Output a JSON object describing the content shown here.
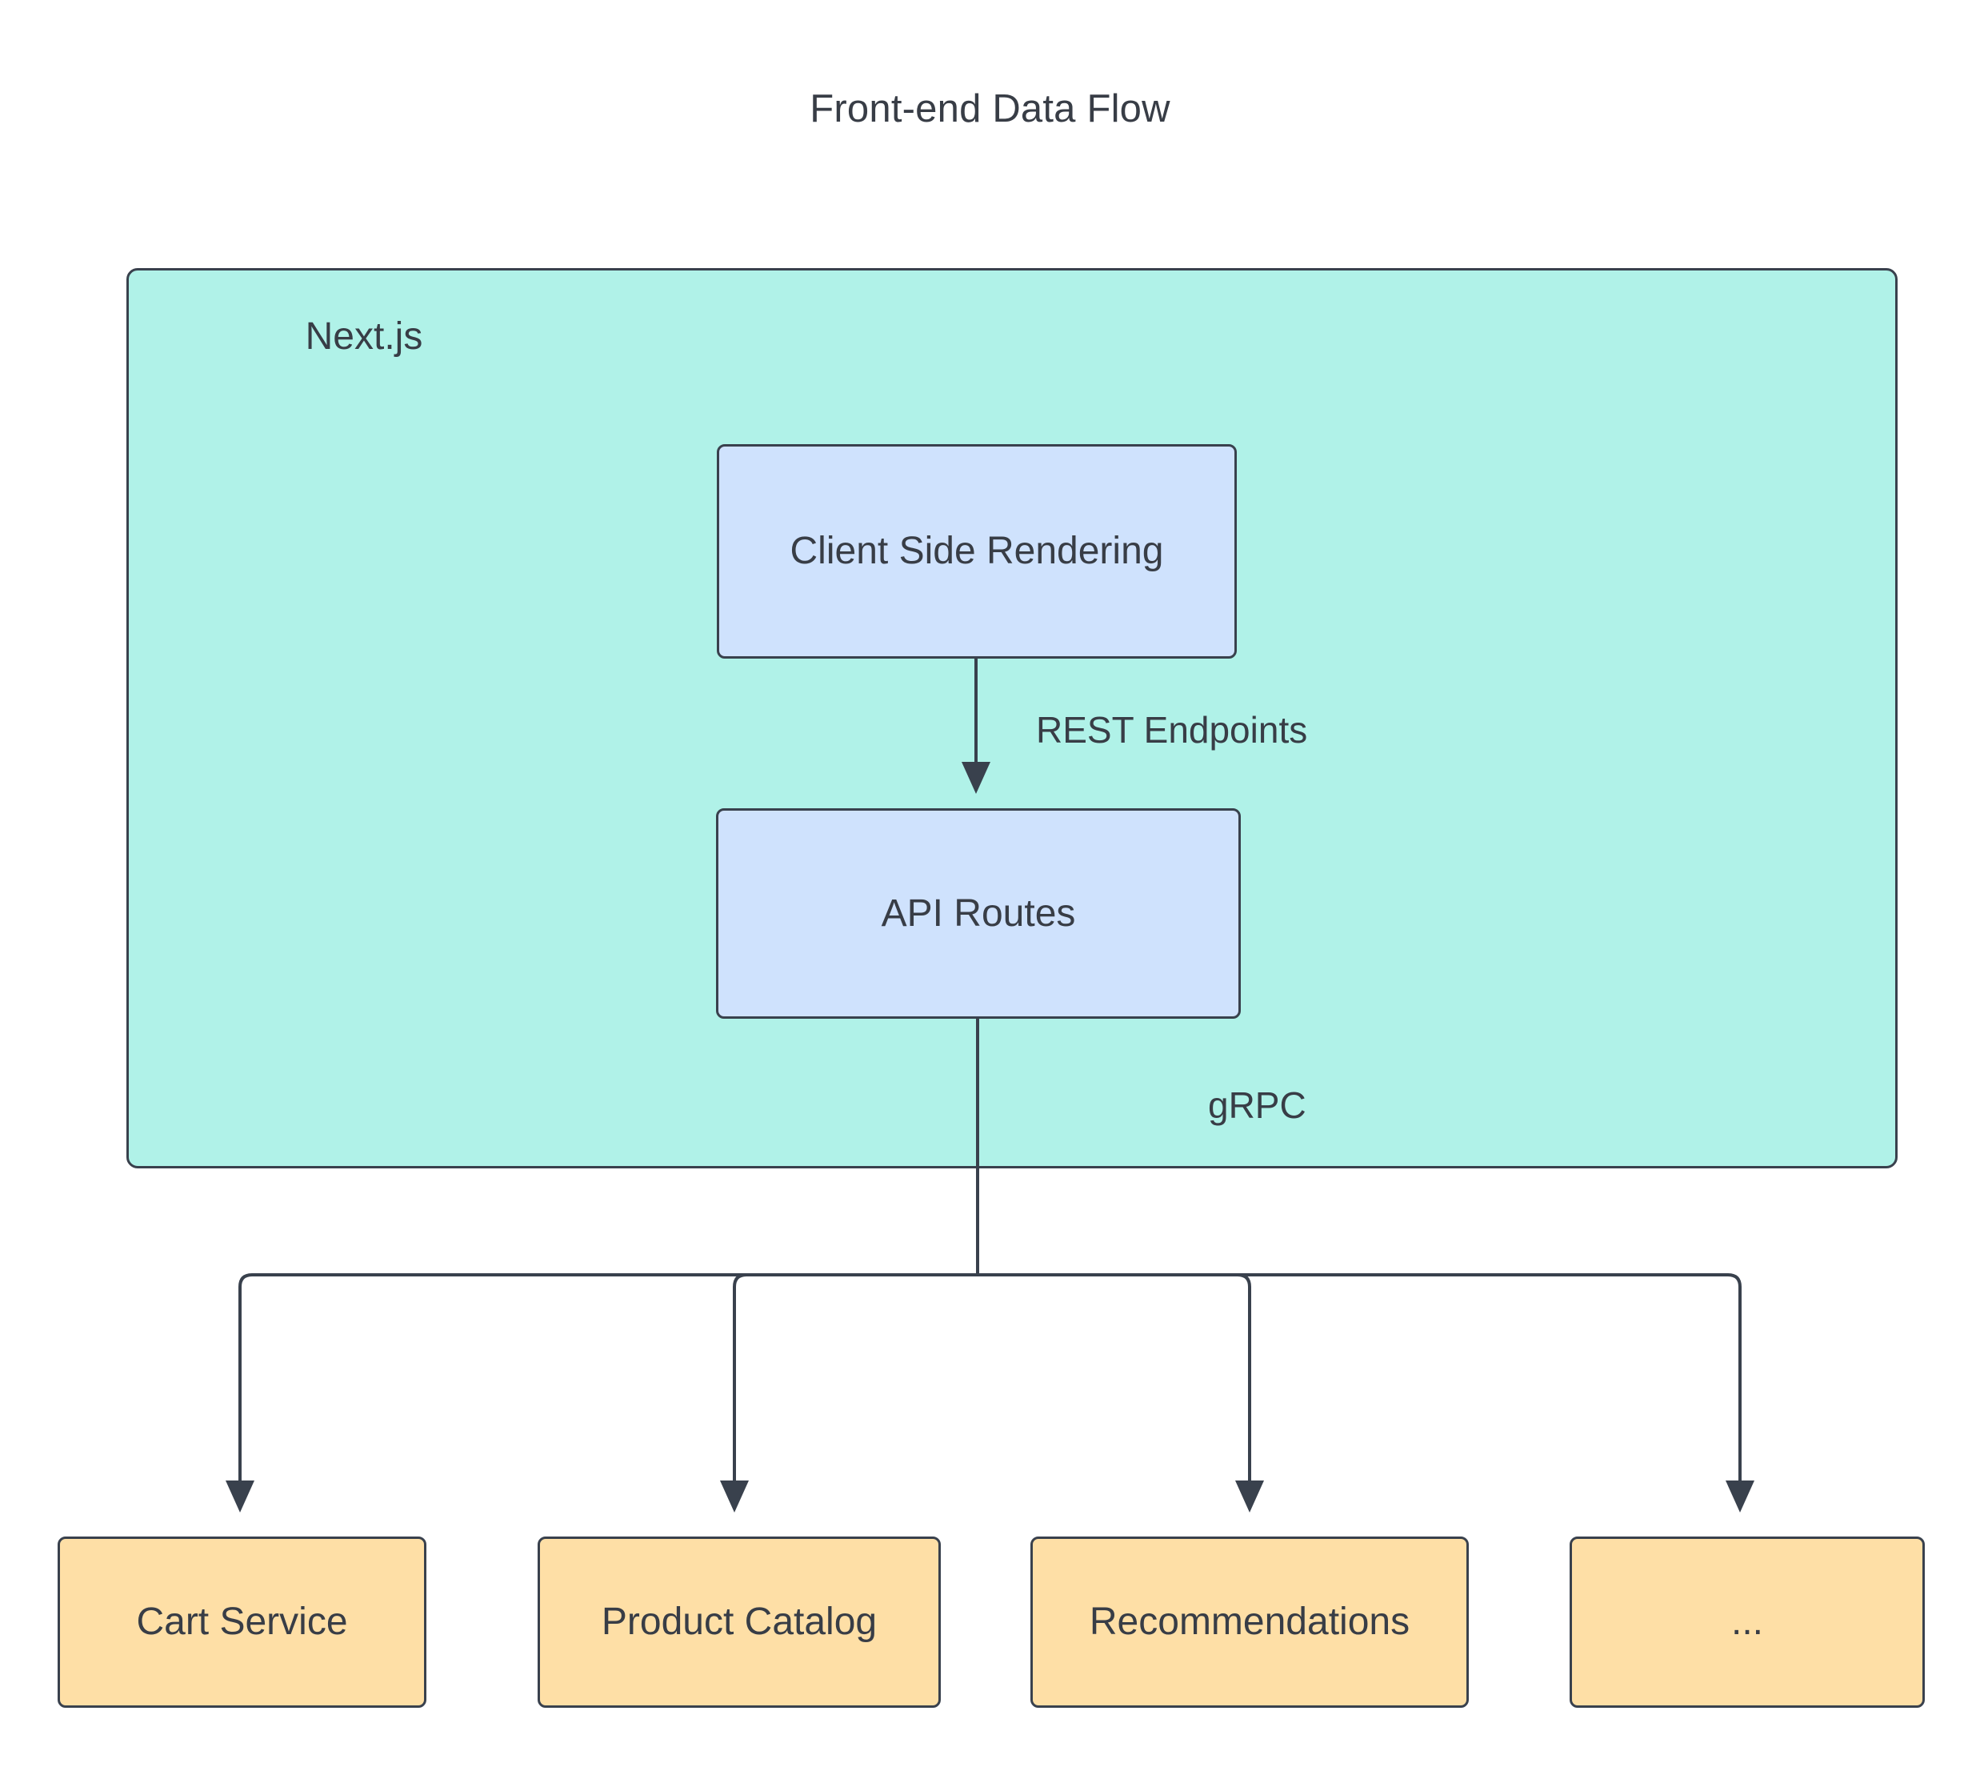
{
  "diagram": {
    "title": "Front-end Data Flow",
    "background": "#ffffff",
    "stroke_color": "#39414d",
    "text_color": "#383d46"
  },
  "cluster": {
    "label": "Next.js",
    "fill": "#b0f2e8",
    "stroke": "#39414d"
  },
  "nodes": [
    {
      "id": "csr",
      "label": "Client Side Rendering",
      "fill": "#cfe2fd"
    },
    {
      "id": "api",
      "label": "API Routes",
      "fill": "#cfe2fd"
    },
    {
      "id": "svc0",
      "label": "Cart Service",
      "fill": "#fedfa6"
    },
    {
      "id": "svc1",
      "label": "Product Catalog",
      "fill": "#fedfa6"
    },
    {
      "id": "svc2",
      "label": "Recommendations",
      "fill": "#fedfa6"
    },
    {
      "id": "svc3",
      "label": "...",
      "fill": "#fedfa6"
    }
  ],
  "edges": [
    {
      "from": "csr",
      "to": "api",
      "label": "REST Endpoints"
    },
    {
      "from": "api",
      "to": "svc0",
      "label": "gRPC"
    },
    {
      "from": "api",
      "to": "svc1",
      "label": ""
    },
    {
      "from": "api",
      "to": "svc2",
      "label": ""
    },
    {
      "from": "api",
      "to": "svc3",
      "label": ""
    }
  ],
  "edge_labels": {
    "rest": "REST Endpoints",
    "grpc": "gRPC"
  }
}
